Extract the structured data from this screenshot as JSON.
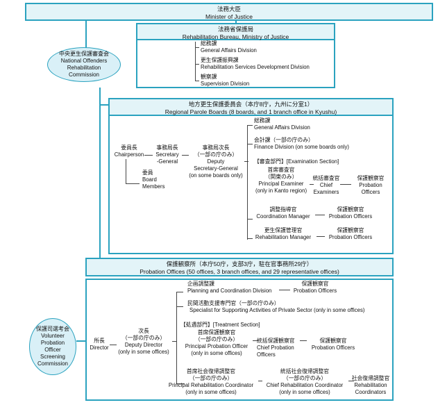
{
  "minister": {
    "ja": "法務大臣",
    "en": "Minister of Justice"
  },
  "bureau": {
    "ja": "法務省保護局",
    "en": "Rehabilitation Bureau, Ministry of Justice",
    "divisions": [
      {
        "ja": "総務課",
        "en": "General Affairs Division"
      },
      {
        "ja": "更生保護振興課",
        "en": "Rehabilitation Services Development Division"
      },
      {
        "ja": "観察課",
        "en": "Supervision Division"
      }
    ]
  },
  "commission": {
    "ja": "中央更生保護審査会",
    "en1": "National Offenders",
    "en2": "Rehabilitation",
    "en3": "Commission"
  },
  "parole": {
    "header_ja": "地方更生保護委員会（本庁8庁，九州に分室1）",
    "header_en": "Regional Parole Boards (8 boards, and 1 branch office in Kyushu)",
    "chair": {
      "ja": "委員長",
      "en": "Chairperson"
    },
    "secgen": {
      "ja": "事務局長",
      "en1": "Secretary",
      "en2": "-General"
    },
    "members": {
      "ja": "委員",
      "en1": "Board",
      "en2": "Members"
    },
    "deputy": {
      "ja1": "事務局次長",
      "ja2": "（一部の庁のみ）",
      "en1": "Deputy",
      "en2": "Secretary-General",
      "en3": "(on some boards only)"
    },
    "gad": {
      "ja": "総務課",
      "en": "General Affairs Division"
    },
    "fin": {
      "ja": "会計課（一部の庁のみ）",
      "en": "Finance Division (on some boards only)"
    },
    "exam_section": "【審査部門】[Examination Section]",
    "principal_examiner": {
      "ja1": "首席審査官",
      "ja2": "（関東のみ）",
      "en1": "Principal Examiner",
      "en2": "(only in Kanto region)"
    },
    "chief_examiners": {
      "ja": "統括審査官",
      "en1": "Chief",
      "en2": "Examiners"
    },
    "po_exam": {
      "ja": "保護観察官",
      "en1": "Probation",
      "en2": "Officers"
    },
    "coord": {
      "ja": "調整指導官",
      "en": "Coordination Manager"
    },
    "po_coord": {
      "ja": "保護観察官",
      "en": "Probation Officers"
    },
    "rehab_mgr": {
      "ja": "更生保護管理官",
      "en": "Rehabilitation Manager"
    },
    "po_rehab": {
      "ja": "保護観察官",
      "en": "Probation Officers"
    }
  },
  "offices": {
    "header_ja": "保護観察所（本庁50庁，支部3庁，駐在官事務所29庁）",
    "header_en": "Probation Offices (50 offices, 3 branch offices, and 29 representative offices)",
    "director": {
      "ja": "所長",
      "en": "Director"
    },
    "deputy": {
      "ja1": "次長",
      "ja2": "（一部の庁のみ）",
      "en1": "Deputy Director",
      "en2": "(only in some offices)"
    },
    "planning": {
      "ja": "企画調整課",
      "en": "Planning and Coordination Division"
    },
    "po_planning": {
      "ja": "保護観察官",
      "en": "Probation Officers"
    },
    "specialist": {
      "ja": "民間活動支援専門官（一部の庁のみ）",
      "en": "Specialist for Supporting Activities of Private Sector (only in some offices)"
    },
    "treatment": "【処遇部門】[Treatment Section]",
    "ppo": {
      "ja1": "首席保護観察官",
      "ja2": "（一部の庁のみ）",
      "en1": "Principal Probation Officer",
      "en2": "(only in some offices)"
    },
    "cpo": {
      "ja": "統括保護観察官",
      "en1": "Chief Probation",
      "en2": "Officers"
    },
    "po_treat": {
      "ja": "保護観察官",
      "en": "Probation Officers"
    },
    "prc": {
      "ja1": "首席社会復帰調整官",
      "ja2": "（一部の庁のみ）",
      "en1": "Principal Rehabilitation Coordinator",
      "en2": "(only in some offices)"
    },
    "crc": {
      "ja1": "統括社会復帰調整官",
      "ja2": "（一部の庁のみ）",
      "en1": "Chief Rehabilitation Coordinator",
      "en2": "(only in some offices)"
    },
    "rc": {
      "ja": "社会復帰調整官",
      "en1": "Rehabilitation",
      "en2": "Coordinators"
    }
  },
  "volunteer": {
    "ja": "保護司選考会",
    "en1": "Volunteer",
    "en2": "Probation",
    "en3": "Officer",
    "en4": "Screening",
    "en5": "Commission"
  }
}
